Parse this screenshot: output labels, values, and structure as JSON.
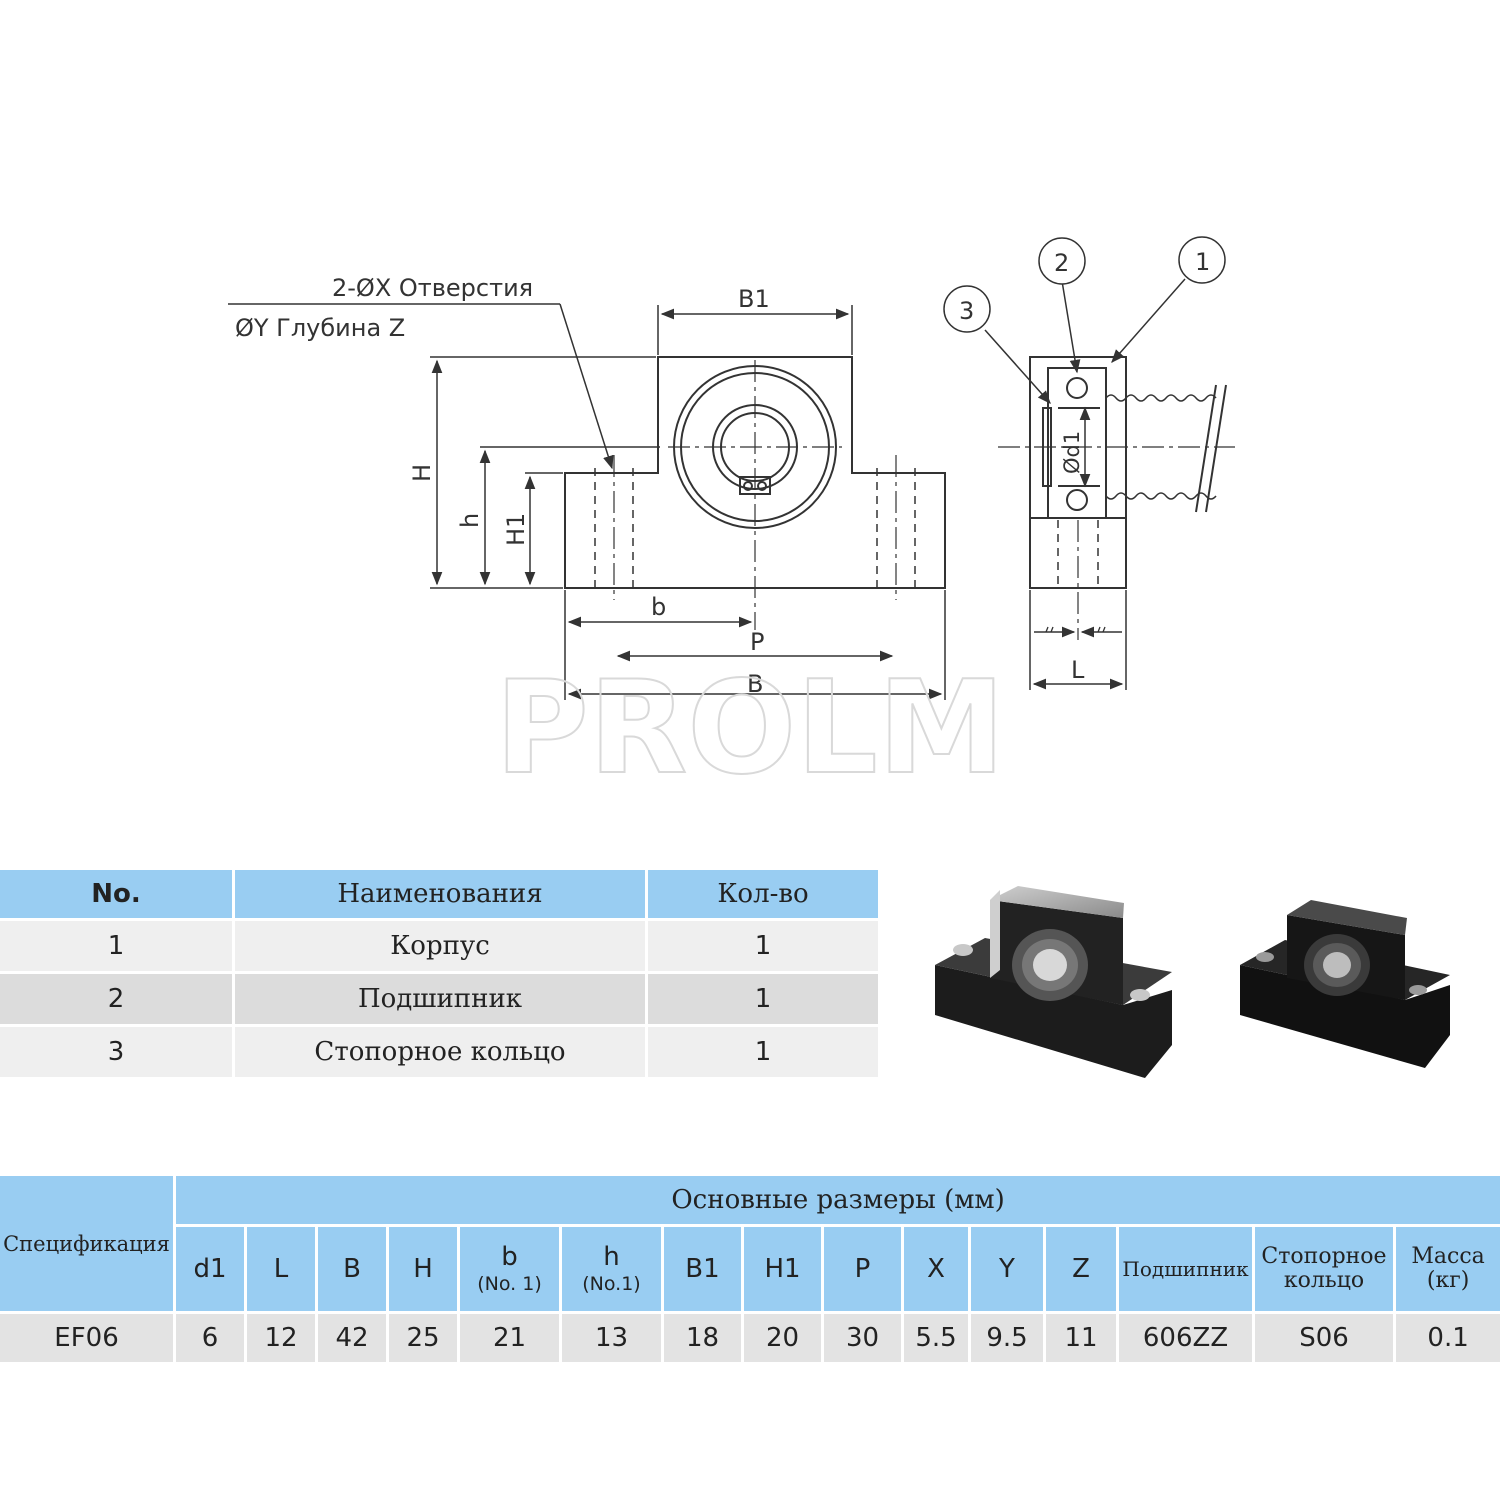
{
  "drawing": {
    "hole_label_line1": "2-ØX Отверстия",
    "hole_label_line2": "ØY Глубина Z",
    "dim_B1": "B1",
    "dim_H": "H",
    "dim_h": "h",
    "dim_H1": "H1",
    "dim_b": "b",
    "dim_P": "P",
    "dim_B": "B",
    "dim_L": "L",
    "dim_d1": "Ød1",
    "callout_1": "1",
    "callout_2": "2",
    "callout_3": "3",
    "watermark": "PROLM"
  },
  "parts_table": {
    "headers": [
      "No.",
      "Наименования",
      "Кол-во"
    ],
    "rows": [
      {
        "no": "1",
        "name": "Корпус",
        "qty": "1"
      },
      {
        "no": "2",
        "name": "Подшипник",
        "qty": "1"
      },
      {
        "no": "3",
        "name": "Стопорное кольцо",
        "qty": "1"
      }
    ]
  },
  "specs_table": {
    "spec_header": "Спецификация",
    "main_header": "Основные размеры (мм)",
    "columns": {
      "d1": "d1",
      "L": "L",
      "B": "B",
      "H": "H",
      "b": "b",
      "b_sub": "(No. 1)",
      "h": "h",
      "h_sub": "(No.1)",
      "B1": "B1",
      "H1": "H1",
      "P": "P",
      "X": "X",
      "Y": "Y",
      "Z": "Z",
      "bearing": "Подшипник",
      "ring_line1": "Стопорное",
      "ring_line2": "кольцо",
      "mass_line1": "Масса",
      "mass_line2": "(кг)"
    },
    "row": {
      "spec": "EF06",
      "d1": "6",
      "L": "12",
      "B": "42",
      "H": "25",
      "b": "21",
      "h": "13",
      "B1": "18",
      "H1": "20",
      "P": "30",
      "X": "5.5",
      "Y": "9.5",
      "Z": "11",
      "bearing": "606ZZ",
      "ring": "S06",
      "mass": "0.1"
    }
  },
  "colors": {
    "header_blue": "#99cdf2",
    "row_light": "#efefef",
    "row_dark": "#dcdcdc",
    "block_black": "#1c1c1c"
  }
}
